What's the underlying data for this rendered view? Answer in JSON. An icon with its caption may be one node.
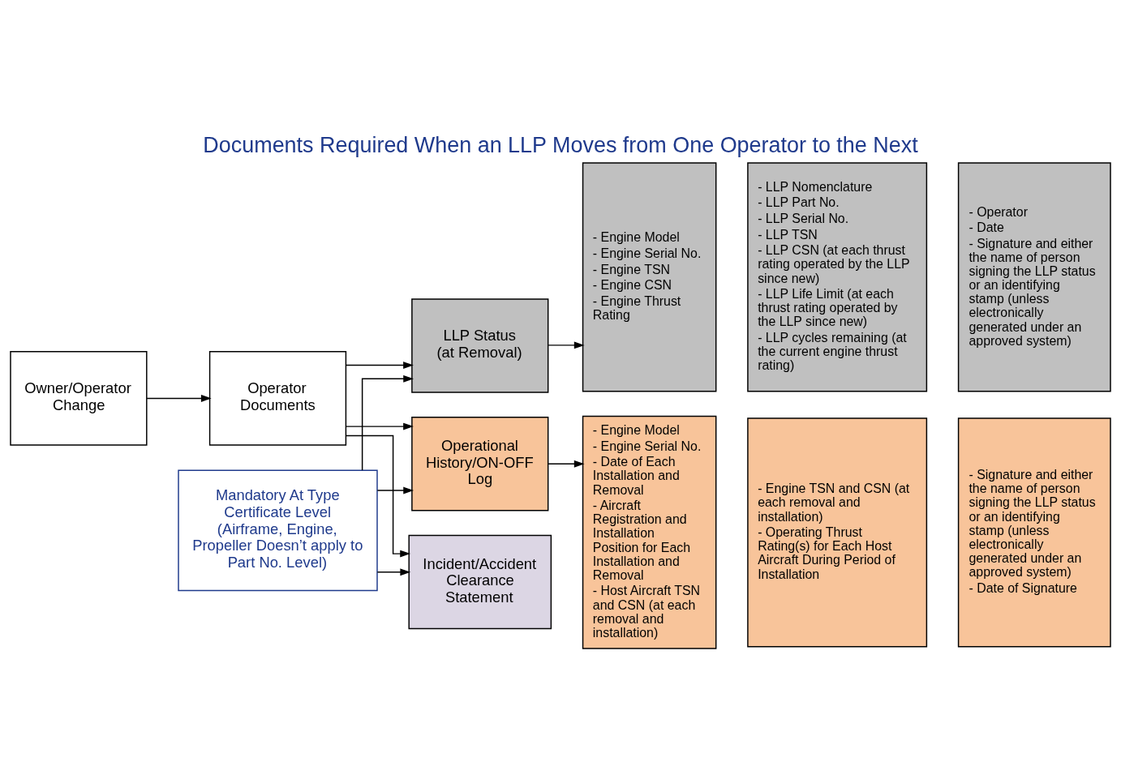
{
  "diagram": {
    "title": "Documents Required When an LLP Moves from One Operator to the Next",
    "nodes": [
      {
        "text": [
          "Owner/Operator Change"
        ]
      },
      {
        "text": [
          "Operator Documents"
        ]
      },
      {
        "text": [
          "Mandatory At Type Certificate Level (Airframe, Engine, Propeller Doesn’t apply to Part No. Level)"
        ]
      },
      {
        "text": [
          "LLP Status (at Removal)"
        ]
      },
      {
        "text": [
          "Operational History/ON-OFF Log"
        ]
      },
      {
        "text": [
          "Incident/Accident Clearance Statement"
        ]
      },
      {
        "text": [
          "- Engine Model",
          "- Engine Serial No.",
          "- Engine TSN",
          "- Engine CSN",
          "- Engine Thrust Rating"
        ]
      },
      {
        "text": [
          "- LLP Nomenclature",
          "- LLP Part No.",
          "- LLP Serial No.",
          "- LLP TSN",
          "- LLP CSN (at each thrust rating operated by the LLP since new)",
          "- LLP Life Limit (at each thrust rating operated by the LLP since new)",
          "- LLP cycles remaining (at the current engine thrust rating)"
        ]
      },
      {
        "text": [
          "- Operator",
          "- Date",
          "- Signature and either the name of person signing the LLP status or an identifying stamp (unless electronically generated under an approved system)"
        ]
      },
      {
        "text": [
          "- Engine Model",
          "- Engine Serial No.",
          "- Date of Each Installation and Removal",
          "- Aircraft Registration and Installation Position for Each Installation and Removal",
          "- Host Aircraft TSN and CSN (at each removal and installation)"
        ]
      },
      {
        "text": [
          "- Engine TSN and CSN (at each removal and installation)",
          "- Operating Thrust Rating(s) for Each Host Aircraft During Period of Installation"
        ]
      },
      {
        "text": [
          "- Signature and either the name of person signing the LLP status or an identifying stamp (unless electronically generated under an approved system)",
          "- Date of Signature"
        ]
      }
    ],
    "edges": [
      {
        "from": 0,
        "to": 1,
        "arrow": "to"
      },
      {
        "from": 1,
        "to": 3,
        "arrow": "to"
      },
      {
        "from": 1,
        "to": 4,
        "arrow": "to"
      },
      {
        "from": 1,
        "to": 5,
        "arrow": "to"
      },
      {
        "from": 2,
        "to": 3,
        "arrow": "to"
      },
      {
        "from": 2,
        "to": 4,
        "arrow": "to"
      },
      {
        "from": 2,
        "to": 5,
        "arrow": "to"
      },
      {
        "from": 3,
        "to": 6,
        "arrow": "to"
      },
      {
        "from": 4,
        "to": 9,
        "arrow": "to"
      }
    ]
  }
}
